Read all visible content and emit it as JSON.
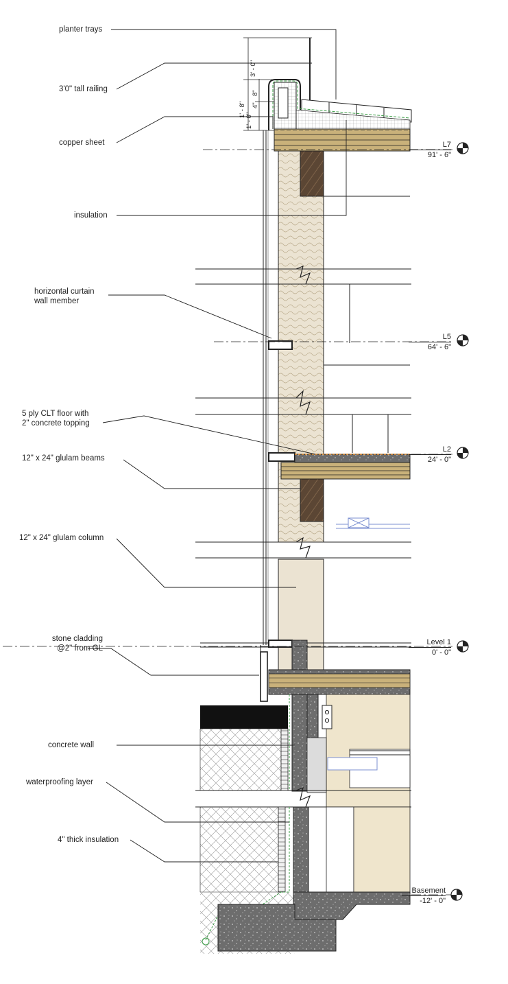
{
  "callouts": {
    "planter_trays": "planter trays",
    "railing": "3'0\" tall railing",
    "copper_sheet": "copper sheet",
    "insulation": "insulation",
    "curtain_wall_line1": "horizontal curtain",
    "curtain_wall_line2": "wall member",
    "clt_line1": "5 ply CLT floor with",
    "clt_line2": "2\" concrete topping",
    "glulam_beams": "12\" x 24\" glulam beams",
    "glulam_column": "12\" x 24\" glulam column",
    "stone_line1": "stone cladding",
    "stone_line2": "@2\" from GL",
    "concrete_wall": "concrete wall",
    "waterproofing": "waterproofing layer",
    "thick_insulation": "4\" thick insulation"
  },
  "levels": {
    "l7": {
      "name": "L7",
      "elevation": "91' - 6\""
    },
    "l5": {
      "name": "L5",
      "elevation": "64' - 6\""
    },
    "l2": {
      "name": "L2",
      "elevation": "24' - 0\""
    },
    "level1": {
      "name": "Level 1",
      "elevation": "0' - 0\""
    },
    "basement": {
      "name": "Basement",
      "elevation": "-12' - 0\""
    }
  },
  "dimensions": {
    "d1": "3' - 0\"",
    "d2": "1' - 8\"",
    "d3": "4\"",
    "d4": "8\"",
    "d5": "1' - 0\""
  },
  "colors": {
    "line": "#222222",
    "column_fill": "#ebe3d2",
    "beam_fill": "#5b4634",
    "glulam_fill": "#c9b17a",
    "concrete_fill": "#6b6b6b",
    "soil_hatch": "#9a9a9a",
    "waterproof_green": "#3fa04a",
    "insulation_orange": "#e08a2a"
  }
}
